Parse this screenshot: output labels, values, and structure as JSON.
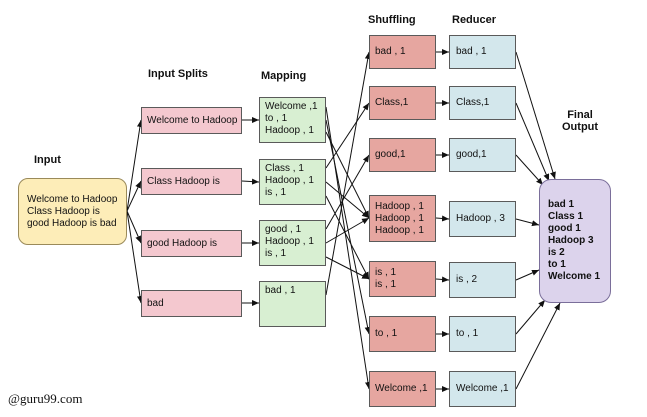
{
  "headers": {
    "input": "Input",
    "splits": "Input Splits",
    "mapping": "Mapping",
    "shuffling": "Shuffling",
    "reducer": "Reducer",
    "final": "Final\nOutput"
  },
  "input_text": "Welcome to Hadoop\nClass Hadoop is\ngood Hadoop is bad",
  "splits": [
    "Welcome to Hadoop",
    "Class Hadoop is",
    "good Hadoop is",
    "bad"
  ],
  "mapping": [
    "Welcome ,1\nto , 1\nHadoop , 1",
    "Class , 1\nHadoop , 1\nis , 1",
    "good , 1\nHadoop , 1\nis , 1",
    "bad , 1"
  ],
  "shuffling": [
    "bad , 1",
    "Class,1",
    "good,1",
    "Hadoop , 1\nHadoop , 1\nHadoop , 1",
    "is , 1\nis , 1",
    "to ,  1",
    "Welcome ,1"
  ],
  "reducer": [
    "bad , 1",
    "Class,1",
    "good,1",
    "Hadoop , 3",
    "is , 2",
    "to ,  1",
    "Welcome ,1"
  ],
  "final_output": "bad 1\nClass 1\ngood 1\nHadoop 3\nis 2\nto 1\nWelcome 1",
  "watermark": "@guru99.com",
  "colors": {
    "input": "#fdedb8",
    "split": "#f4c8cf",
    "map": "#d8efd2",
    "shuffle": "#e6a6a0",
    "reduce": "#d3e7ec",
    "final": "#dcd3ec"
  }
}
